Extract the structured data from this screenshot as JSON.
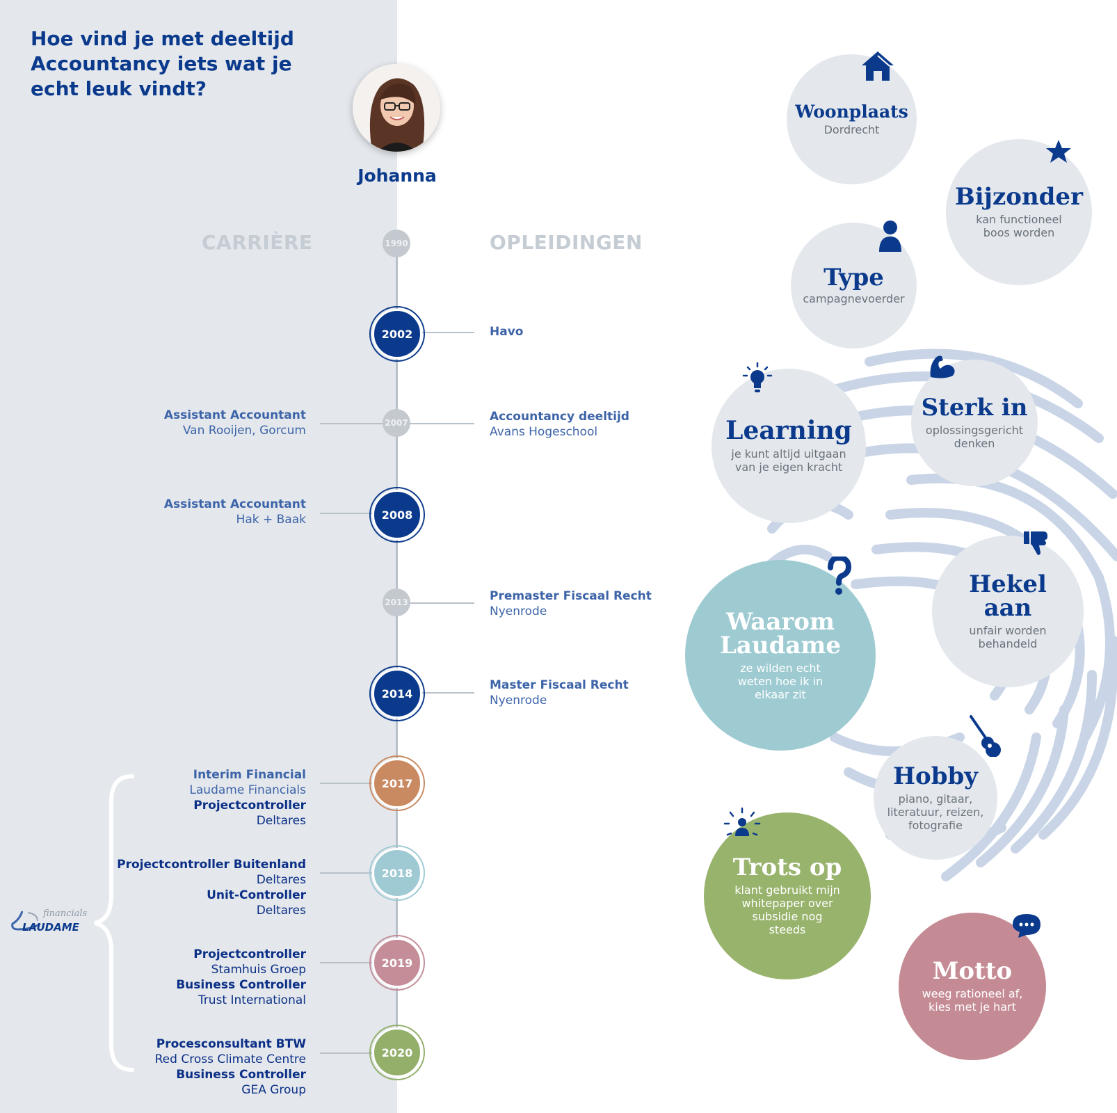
{
  "headline": "Hoe vind je met deeltijd Accountancy iets wat je echt leuk vindt?",
  "person": {
    "name": "Johanna"
  },
  "sections": {
    "career": "CARRIÈRE",
    "education": "OPLEIDINGEN"
  },
  "years": [
    "1990",
    "2002",
    "2007",
    "2008",
    "2013",
    "2014",
    "2017",
    "2018",
    "2019",
    "2020"
  ],
  "career": [
    {
      "title": "Assistant Accountant",
      "org": "Van Rooijen, Gorcum"
    },
    {
      "title": "Assistant Accountant",
      "org": "Hak + Baak"
    },
    {
      "title": "Interim Financial",
      "org": "Laudame Financials",
      "title2": "Projectcontroller",
      "org2": "Deltares"
    },
    {
      "title": "Projectcontroller Buitenland",
      "org": "Deltares",
      "title2": "Unit-Controller",
      "org2": "Deltares"
    },
    {
      "title": "Projectcontroller",
      "org": "Stamhuis Groep",
      "title2": "Business Controller",
      "org2": "Trust International"
    },
    {
      "title": "Procesconsultant BTW",
      "org": "Red Cross Climate Centre",
      "title2": "Business Controller",
      "org2": "GEA Group"
    }
  ],
  "education": [
    {
      "title": "Havo",
      "org": ""
    },
    {
      "title": "Accountancy deeltijd",
      "org": "Avans Hogeschool"
    },
    {
      "title": "Premaster Fiscaal Recht",
      "org": "Nyenrode"
    },
    {
      "title": "Master Fiscaal Recht",
      "org": "Nyenrode"
    }
  ],
  "logo": {
    "script": "financials",
    "word": "LAUDAME"
  },
  "bubbles": {
    "woonplaats": {
      "title": "Woonplaats",
      "text": "Dordrecht",
      "icon": "home-icon"
    },
    "bijzonder": {
      "title": "Bijzonder",
      "text1": "kan functioneel",
      "text2": "boos worden",
      "icon": "star-icon"
    },
    "type": {
      "title": "Type",
      "text": "campagnevoerder",
      "icon": "person-icon"
    },
    "learning": {
      "title": "Learning",
      "text1": "je kunt altijd uitgaan",
      "text2": "van je eigen kracht",
      "icon": "lightbulb-icon"
    },
    "sterk": {
      "title": "Sterk in",
      "text1": "oplossingsgericht",
      "text2": "denken",
      "icon": "muscle-icon"
    },
    "waarom": {
      "title1": "Waarom",
      "title2": "Laudame",
      "text1": "ze wilden echt",
      "text2": "weten hoe ik in",
      "text3": "elkaar zit",
      "icon": "question-icon"
    },
    "hekel": {
      "title1": "Hekel",
      "title2": "aan",
      "text1": "unfair worden",
      "text2": "behandeld",
      "icon": "thumbs-down-icon"
    },
    "hobby": {
      "title": "Hobby",
      "text1": "piano, gitaar,",
      "text2": "literatuur, reizen,",
      "text3": "fotografie",
      "icon": "guitar-icon"
    },
    "trots": {
      "title": "Trots op",
      "text1": "klant gebruikt mijn",
      "text2": "whitepaper over",
      "text3": "subsidie nog",
      "text4": "steeds",
      "icon": "spotlight-person-icon"
    },
    "motto": {
      "title": "Motto",
      "text1": "weeg rationeel af,",
      "text2": "kies met je hart",
      "icon": "chat-bubble-icon"
    }
  },
  "colors": {
    "navy": "#0b3a8c",
    "panel": "#e4e8ed",
    "node_2017": "#c98a62",
    "node_2018": "#9fcad3",
    "node_2019": "#c48d98",
    "node_2020": "#93af6a",
    "bubble_teal": "#9ecbd2",
    "bubble_green": "#98b36c",
    "bubble_rose": "#c58b94",
    "fingerprint": "#c9d5e6"
  }
}
